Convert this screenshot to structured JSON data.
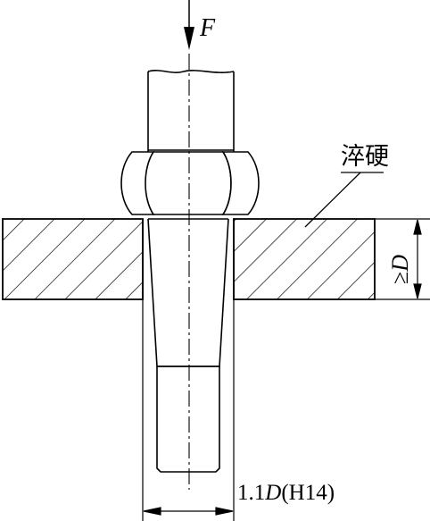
{
  "labels": {
    "force": "F",
    "hardened": "淬硬",
    "plate_thickness": "≥D",
    "plate_thickness_prefix": "≥",
    "plate_thickness_symbol": "D",
    "hole_size": "1.1D(H14)",
    "hole_size_factor": "1.1",
    "hole_size_symbol": "D",
    "hole_size_tolerance": "(H14)"
  },
  "colors": {
    "line": "#000000",
    "background": "#ffffff"
  }
}
